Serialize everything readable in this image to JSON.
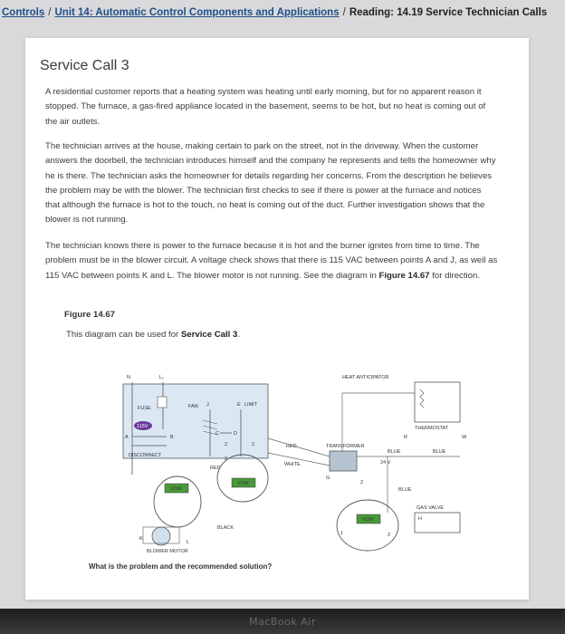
{
  "breadcrumb": {
    "item1": "Controls",
    "item2": "Unit 14: Automatic Control Components and Applications",
    "item3": "Reading: 14.19 Service Technician Calls",
    "separator": "/"
  },
  "card": {
    "title": "Service Call 3",
    "p1": "A residential customer reports that a heating system was heating until early morning, but for no apparent reason it stopped. The furnace, a gas-fired appliance located in the basement, seems to be hot, but no heat is coming out of the air outlets.",
    "p2": "The technician arrives at the house, making certain to park on the street, not in the driveway. When the customer answers the doorbell, the technician introduces himself and the company he represents and tells the homeowner why he is there. The technician asks the homeowner for details regarding her concerns. From the description he believes the problem may be with the blower. The technician first checks to see if there is power at the furnace and notices that although the furnace is hot to the touch, no heat is coming out of the duct. Further investigation shows that the blower is not running.",
    "p3_text": "The technician knows there is power to the furnace because it is hot and the burner ignites from time to time. The problem must be in the blower circuit. A voltage check shows that there is 115 VAC between points A and J, as well as 115 VAC between points K and L. The blower motor is not running. See the diagram in",
    "p3_ref": "Figure 14.67",
    "p3_end": "for direction.",
    "figure_label": "Figure 14.67",
    "caption_text": "This diagram can be used for",
    "caption_ref": "Service Call 3",
    "caption_end": ".",
    "question": "What is the problem and the recommended solution?"
  },
  "diagram_labels": {
    "n": "N",
    "l1": "L₁",
    "fuse": "FUSE",
    "fan": "FAN",
    "j": "J",
    "e": "E",
    "limit": "LIMIT",
    "v115": "115V",
    "a": "A",
    "b": "B",
    "c": "C",
    "d": "D",
    "red": "RED",
    "red2": "RED",
    "disconnect": "DISCONNECT",
    "white": "WHITE",
    "vom1": "VOM",
    "vom2": "VOM",
    "vom3": "VOM",
    "black": "BLACK",
    "blower_motor": "BLOWER MOTOR",
    "k": "K",
    "l": "L",
    "heat_anticipator": "HEAT ANTICIPATOR",
    "thermostat": "THERMOSTAT",
    "r": "R",
    "w": "W",
    "transformer": "TRANSFORMER",
    "blue1": "BLUE",
    "blue2": "BLUE",
    "blue3": "BLUE",
    "v24": "24 V",
    "gas_valve": "GAS VALVE",
    "g": "G",
    "h": "H",
    "n1": "1",
    "n2": "2",
    "n2b": "2",
    "n2c": "2",
    "n2d": "2",
    "n2e": "2",
    "n2f": "2"
  },
  "bezel": {
    "label": "MacBook Air"
  }
}
